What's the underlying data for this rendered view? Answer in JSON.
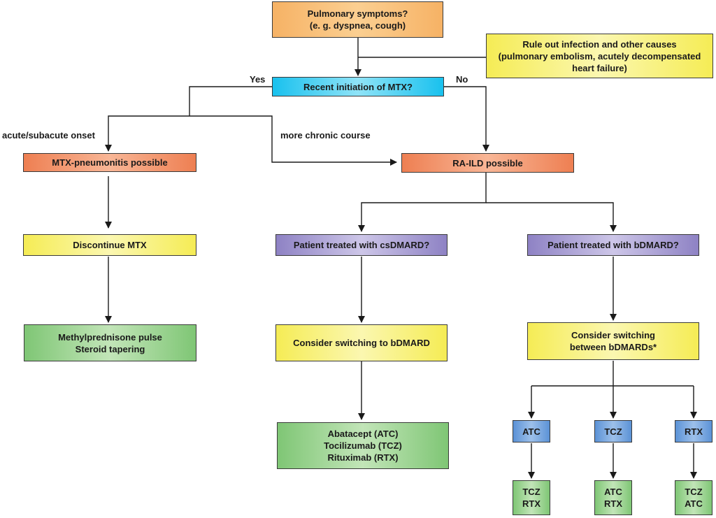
{
  "nodes": {
    "pulmonary_symptoms": [
      "Pulmonary symptoms?",
      "(e. g. dyspnea, cough)"
    ],
    "rule_out": [
      "Rule out infection and other causes",
      "(pulmonary embolism, acutely decompensated",
      "heart failure)"
    ],
    "recent_mtx": [
      "Recent initiation of MTX?"
    ],
    "mtx_pneumonitis": [
      "MTX-pneumonitis possible"
    ],
    "ra_ild": [
      "RA-ILD possible"
    ],
    "discontinue_mtx": [
      "Discontinue MTX"
    ],
    "methylprednisone": [
      "Methylprednisone pulse",
      "Steroid tapering"
    ],
    "csdmard": [
      "Patient treated with csDMARD?"
    ],
    "bdmard": [
      "Patient treated with bDMARD?"
    ],
    "consider_bdmard": [
      "Consider switching to bDMARD"
    ],
    "consider_between": [
      "Consider switching",
      "between bDMARDs*"
    ],
    "drug_list": [
      "Abatacept (ATC)",
      "Tocilizumab (TCZ)",
      "Rituximab (RTX)"
    ],
    "atc": [
      "ATC"
    ],
    "tcz": [
      "TCZ"
    ],
    "rtx": [
      "RTX"
    ],
    "alt_atc": [
      "TCZ",
      "RTX"
    ],
    "alt_tcz": [
      "ATC",
      "RTX"
    ],
    "alt_rtx": [
      "TCZ",
      "ATC"
    ]
  },
  "labels": {
    "yes": "Yes",
    "no": "No",
    "acute": "acute/subacute onset",
    "chronic": "more chronic course"
  }
}
